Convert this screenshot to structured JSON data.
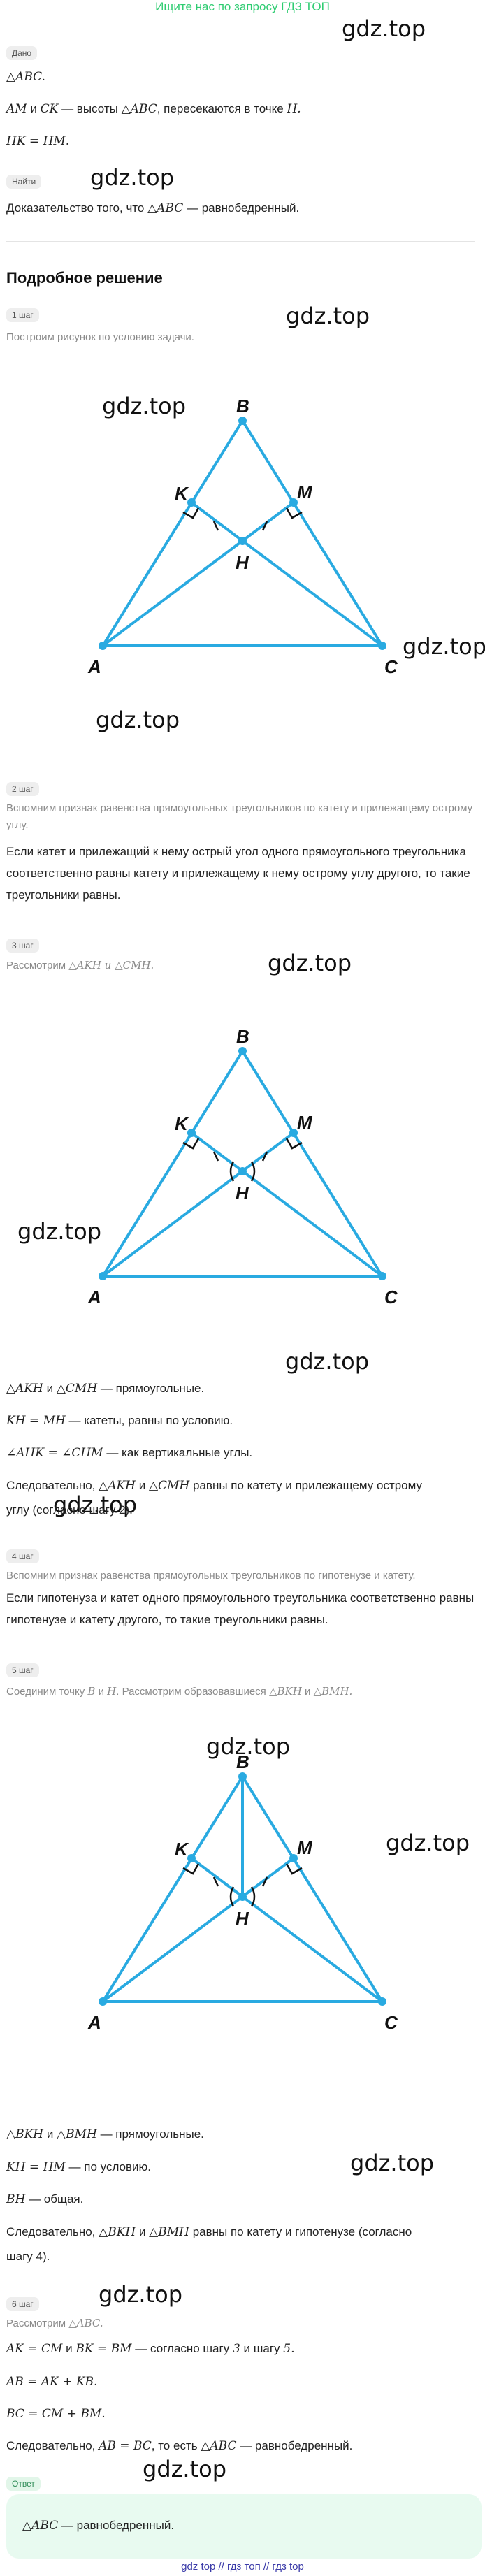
{
  "banner": "Ищите нас по запросу ГДЗ ТОП",
  "watermark": "gdz.top",
  "given": {
    "chip": "Дано",
    "line1_math": "△ABC.",
    "line2_math_a": "AM",
    "line2_and": " и ",
    "line2_math_b": "CK",
    "line2_mid": " — высоты ",
    "line2_math_c": "△ABC",
    "line2_tail": ", пересекаются в точке ",
    "line2_math_d": "H.",
    "line3_math": "HK = HM."
  },
  "find": {
    "chip": "Найти",
    "text_a": "Доказательство того, что ",
    "text_math": "△ABC",
    "text_b": " — равнобедренный."
  },
  "solution_title": "Подробное решение",
  "step1": {
    "chip": "1 шаг",
    "text": "Построим рисунок по условию задачи."
  },
  "step2": {
    "chip": "2 шаг",
    "grey": "Вспомним признак равенства прямоугольных треугольников по катету и прилежащему острому углу.",
    "text": "Если катет и прилежащий к нему острый угол одного прямоугольного треугольника соответственно равны катету и прилежащему к нему острому углу другого, то такие треугольники равны."
  },
  "step3": {
    "chip": "3 шаг",
    "grey_a": "Рассмотрим ",
    "grey_math": "△AKH и △CMH.",
    "l1_math": "△AKH",
    "l1_and": " и ",
    "l1_math2": "△CMH",
    "l1_tail": " — прямоугольные.",
    "l2_math": "KH = MH",
    "l2_tail": " — катеты, равны по условию.",
    "l3_math": "∠AHK = ∠CHM",
    "l3_tail": " — как вертикальные углы.",
    "l4_a": "Следовательно, ",
    "l4_math": "△AKH",
    "l4_and": " и ",
    "l4_math2": "△CMH",
    "l4_b": " равны по катету и прилежащему острому",
    "l4_c": "углу (согласно шагу 2)."
  },
  "step4": {
    "chip": "4 шаг",
    "grey": "Вспомним признак равенства прямоугольных треугольников по гипотенузе и катету.",
    "text": "Если гипотенуза и катет одного прямоугольного треугольника соответственно равны гипотенузе и катету другого, то такие треугольники равны."
  },
  "step5": {
    "chip": "5 шаг",
    "grey_a": "Соединим точку ",
    "grey_m1": "B",
    "grey_b": " и ",
    "grey_m2": "H",
    "grey_c": ". Рассмотрим образовавшиеся ",
    "grey_m3": "△BKH",
    "grey_d": " и ",
    "grey_m4": "△BMH.",
    "l1_math": "△BKH",
    "l1_and": " и ",
    "l1_math2": "△BMH",
    "l1_tail": " — прямоугольные.",
    "l2_math": "KH = HM",
    "l2_tail": " — по условию.",
    "l3_math": "BH",
    "l3_tail": " — общая.",
    "l4_a": "Следовательно, ",
    "l4_math": "△BKH",
    "l4_and": " и ",
    "l4_math2": "△BMH",
    "l4_b": " равны по катету и гипотенузе (согласно",
    "l4_c": "шагу 4)."
  },
  "step6": {
    "chip": "6 шаг",
    "grey_a": "Рассмотрим ",
    "grey_math": "△ABC.",
    "l1_math": "AK = CM",
    "l1_and": " и ",
    "l1_math2": "BK = BM",
    "l1_tail": " — согласно шагу ",
    "l1_m3": "3",
    "l1_and2": " и шагу ",
    "l1_m5": "5.",
    "l2_math": "AB = AK + KB.",
    "l3_math": "BC = CM + BM.",
    "l4_a": "Следовательно, ",
    "l4_math": "AB = BC",
    "l4_b": ", то есть ",
    "l4_math2": "△ABC",
    "l4_c": " — равнобедренный."
  },
  "answer": {
    "chip": "Ответ",
    "math": "△ABC",
    "text": " — равнобедренный."
  },
  "figure_labels": {
    "A": "A",
    "B": "B",
    "C": "C",
    "K": "K",
    "M": "M",
    "H": "H"
  },
  "footer": "gdz top  //  гдз топ  //  гдз top",
  "colors": {
    "line": "#29aae1",
    "accent": "#2ecc71",
    "chip_bg": "#eeeeee",
    "answer_bg": "#e8faf0"
  }
}
